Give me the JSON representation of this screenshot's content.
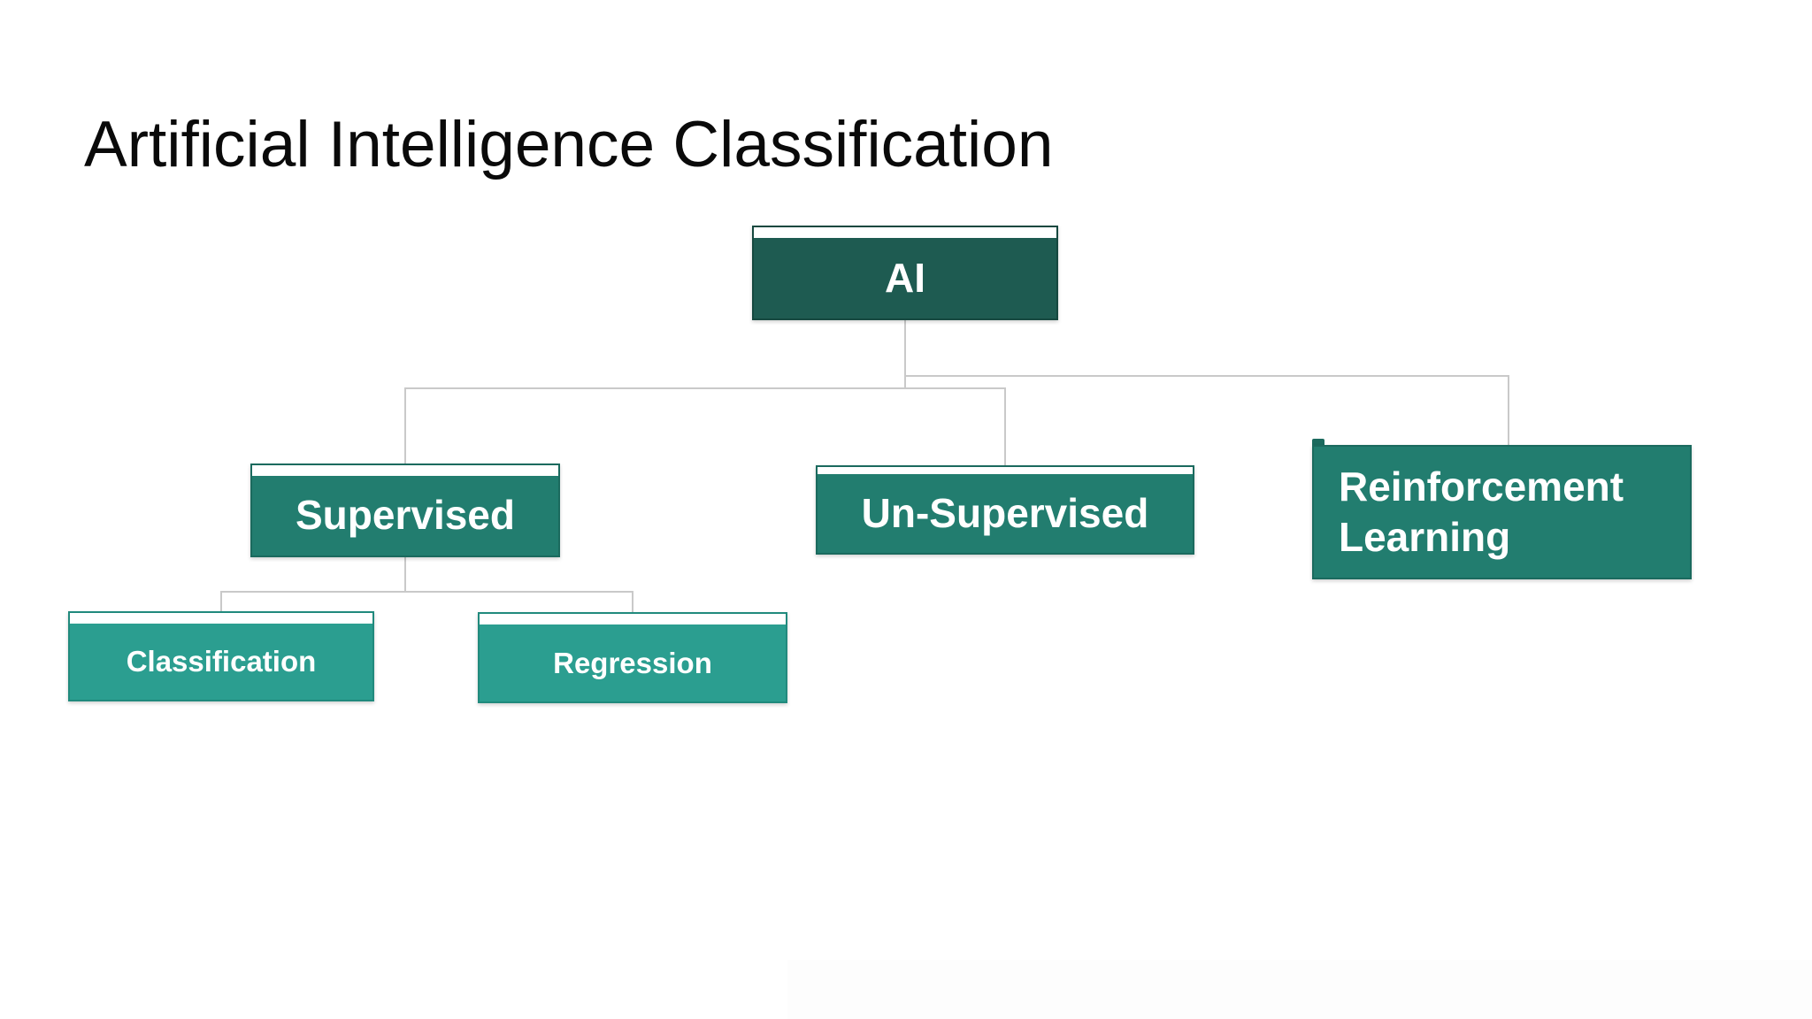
{
  "title": "Artificial Intelligence Classification",
  "tree": {
    "label": "AI",
    "children": [
      {
        "label": "Supervised",
        "children": [
          {
            "label": "Classification"
          },
          {
            "label": "Regression"
          }
        ]
      },
      {
        "label": "Un-Supervised"
      },
      {
        "label": "Reinforcement Learning"
      }
    ]
  },
  "colors": {
    "background": "#ffffff",
    "title_text": "#0a0a0a",
    "node_text": "#ffffff",
    "connector": "#c9c9c9",
    "root_fill": "#1e5b51",
    "root_border": "#16483f",
    "mid_fill": "#227d6f",
    "mid_border": "#1b6a5e",
    "leaf_fill": "#2b9e90",
    "leaf_border": "#218a7d",
    "header_strip": "#ffffff"
  }
}
